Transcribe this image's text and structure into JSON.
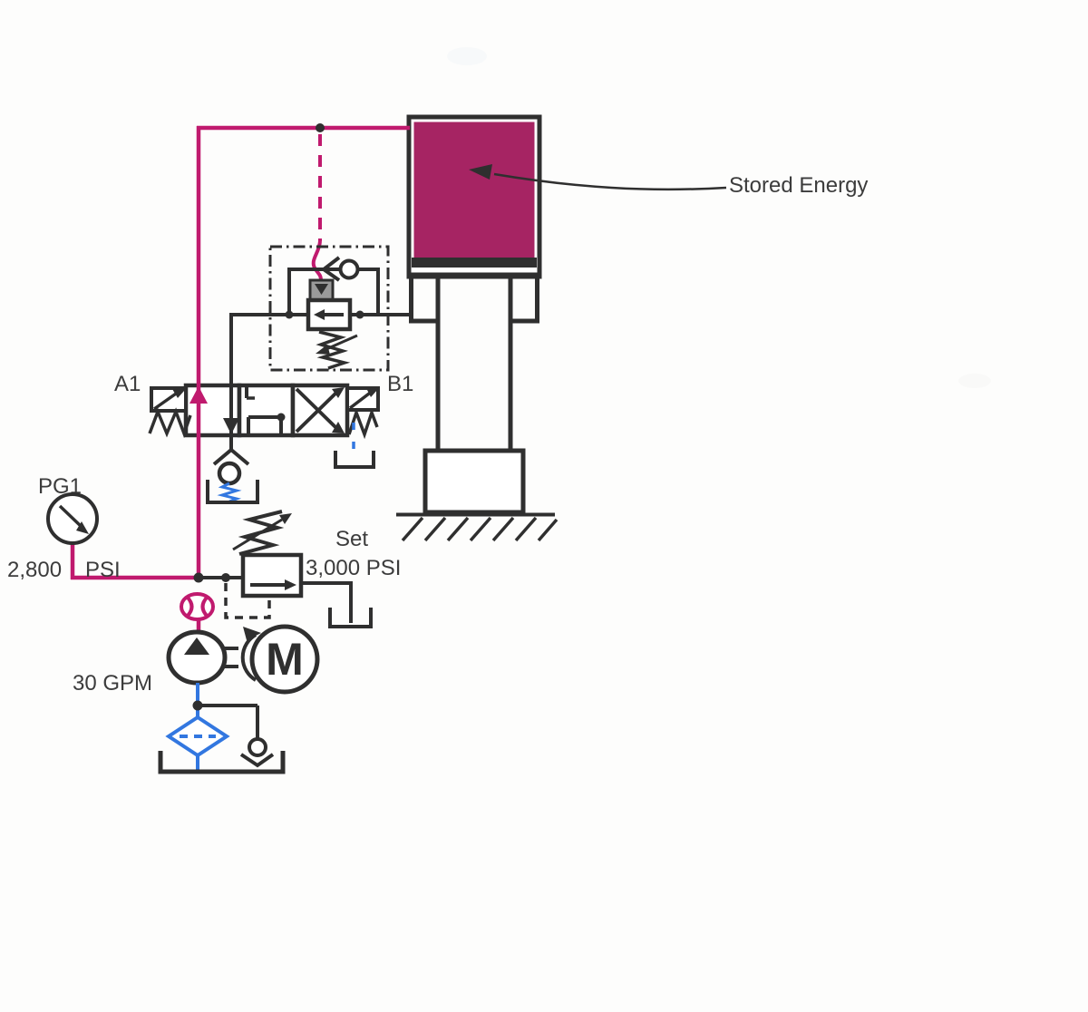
{
  "colors": {
    "magenta": "#c01a6e",
    "magenta_fill": "#a62463",
    "blue": "#3277e0",
    "line_dark": "#2f2f2f",
    "text": "#3c3c3c",
    "pilot_gray": "#9a9a9a",
    "background": "#fdfdfc"
  },
  "labels": {
    "stored_energy": "Stored Energy",
    "port_a": "A1",
    "port_b": "B1",
    "gauge_name": "PG1",
    "gauge_reading": "2,800",
    "gauge_unit": "PSI",
    "relief_set_prefix": "Set",
    "relief_set_value": "3,000 PSI",
    "pump_flow": "30 GPM",
    "motor_letter": "M"
  },
  "diagram": {
    "type": "hydraulic-schematic",
    "description": "Vertical cylinder holding stored energy (pressurized cap end shown filled), counterbalance valve with bypass check in a dash-dot enclosure, solenoid-operated directional valve with ports A1 and B1, gauge PG1 reading 2,800 PSI, relief valve set 3,000 PSI, 30 GPM pump driven by electric motor M, suction filter and reservoir."
  }
}
